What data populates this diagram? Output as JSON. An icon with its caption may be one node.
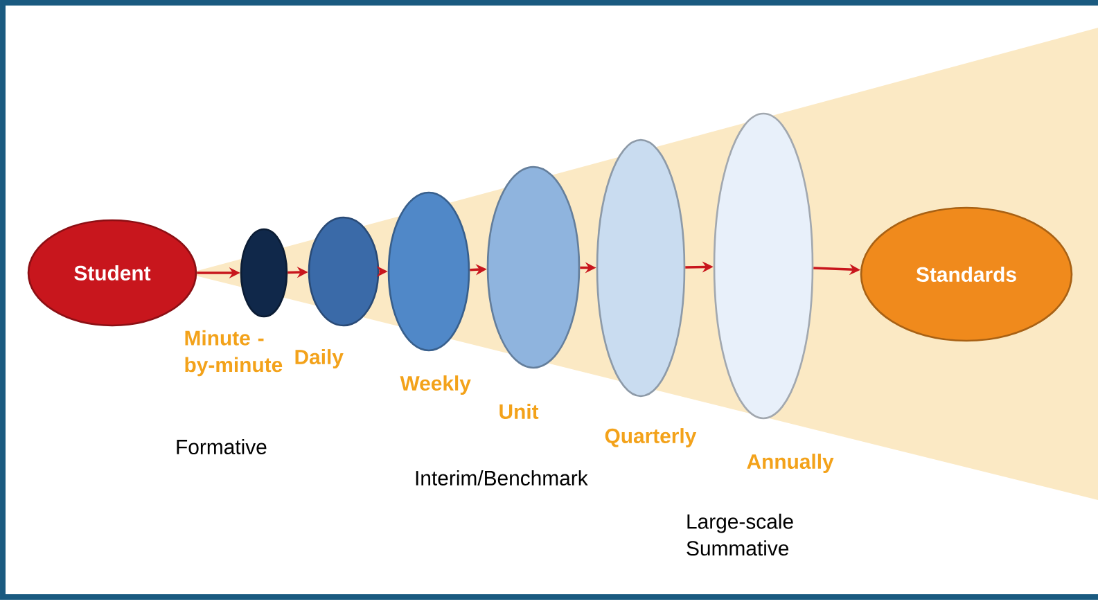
{
  "diagram": {
    "nodes": [
      {
        "text": [
          "Student"
        ]
      },
      {
        "text": [],
        "shape": "ellipse",
        "beside": [
          "Minute - by-minute"
        ]
      },
      {
        "text": [],
        "shape": "ellipse",
        "beside": [
          "Daily"
        ]
      },
      {
        "text": [],
        "shape": "ellipse",
        "beside": [
          "Weekly"
        ]
      },
      {
        "text": [],
        "shape": "ellipse",
        "beside": [
          "Unit"
        ]
      },
      {
        "text": [],
        "shape": "ellipse",
        "beside": [
          "Quarterly"
        ]
      },
      {
        "text": [],
        "shape": "ellipse",
        "beside": [
          "Annually"
        ]
      },
      {
        "text": [
          "Standards"
        ]
      }
    ],
    "edges": [
      {
        "from": 0,
        "to": 1,
        "arrow": "to"
      },
      {
        "from": 1,
        "to": 2,
        "arrow": "to"
      },
      {
        "from": 2,
        "to": 3,
        "arrow": "to"
      },
      {
        "from": 3,
        "to": 4,
        "arrow": "to"
      },
      {
        "from": 4,
        "to": 5,
        "arrow": "to"
      },
      {
        "from": 5,
        "to": 6,
        "arrow": "to"
      },
      {
        "from": 6,
        "to": 7,
        "arrow": "to"
      }
    ],
    "labels": [
      "Formative",
      "Interim/Benchmark",
      "Large-scale Summative"
    ]
  }
}
